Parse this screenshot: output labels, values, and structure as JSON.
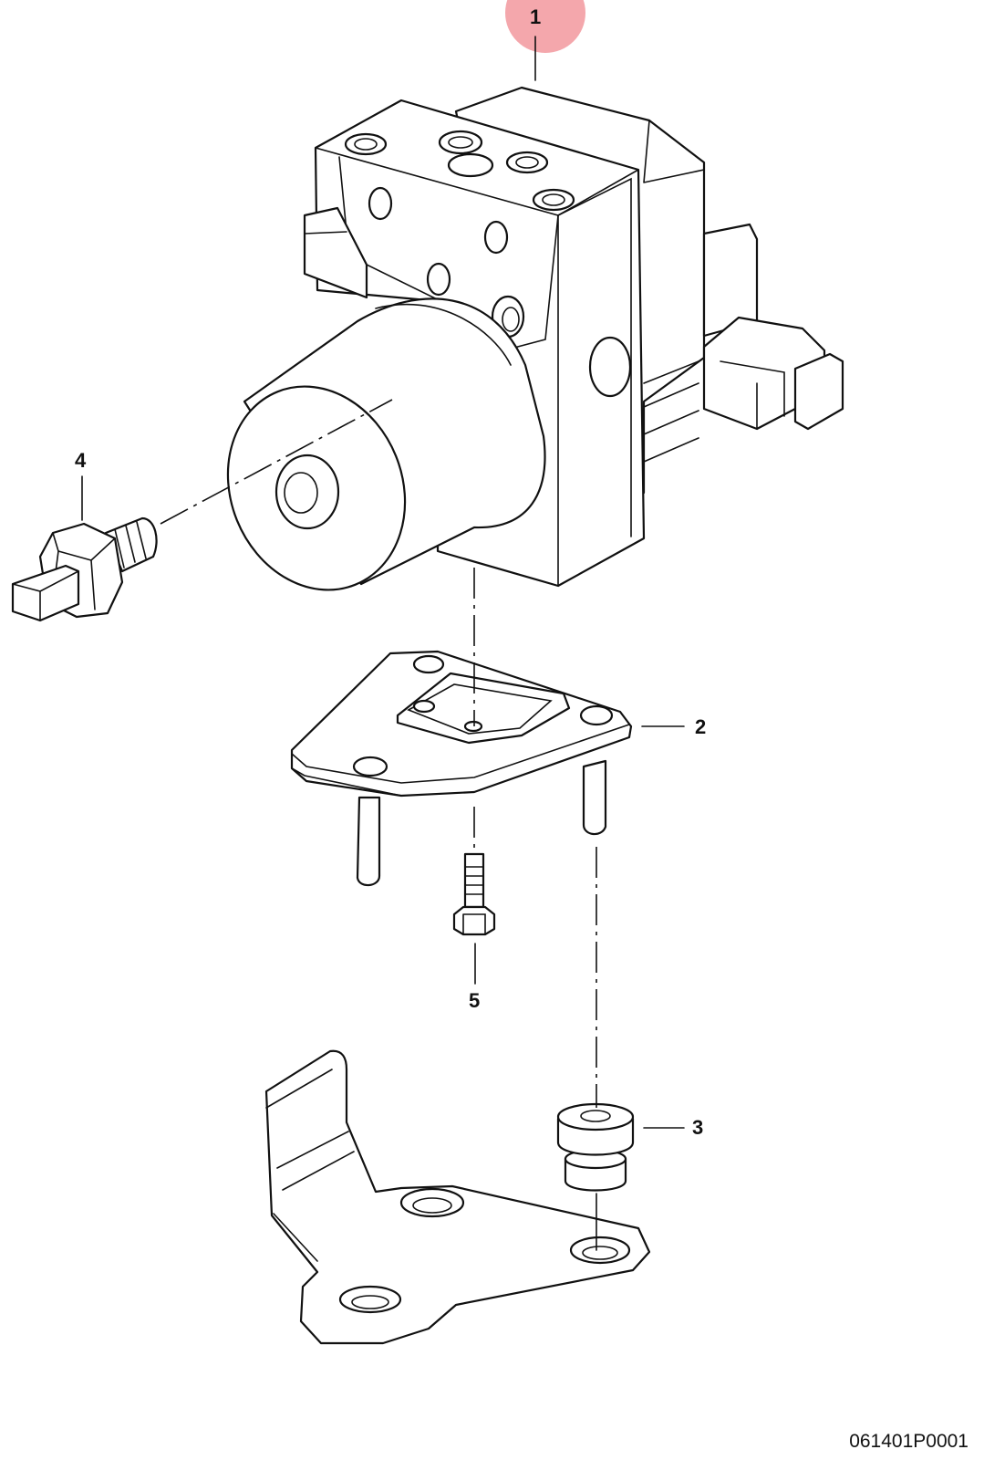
{
  "callouts": {
    "c1": "1",
    "c2": "2",
    "c3": "3",
    "c4": "4",
    "c5": "5"
  },
  "highlight_color": "#f4a7ac",
  "reference_code": "061401P0001"
}
